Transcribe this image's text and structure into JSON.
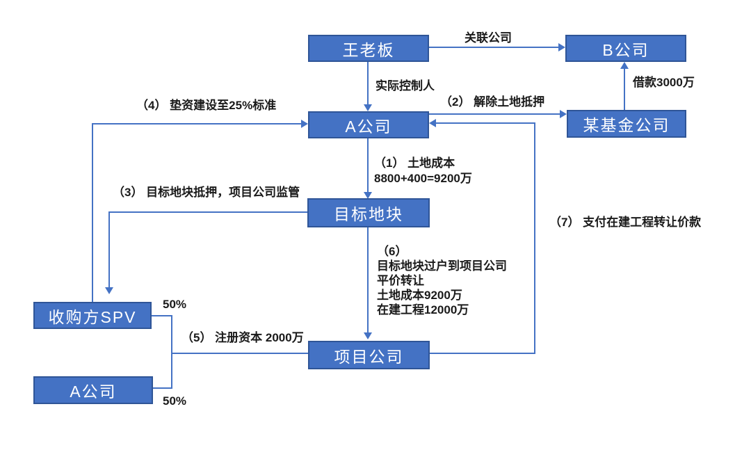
{
  "nodes": {
    "boss": {
      "label": "王老板"
    },
    "company_b": {
      "label": "B公司"
    },
    "company_a": {
      "label": "A公司"
    },
    "fund": {
      "label": "某基金公司"
    },
    "land": {
      "label": "目标地块"
    },
    "spv": {
      "label": "收购方SPV"
    },
    "company_a2": {
      "label": "A公司"
    },
    "project": {
      "label": "项目公司"
    }
  },
  "edge_labels": {
    "affiliate": "关联公司",
    "controller": "实际控制人",
    "loan": "借款3000万",
    "step1_l1": "（1） 土地成本",
    "step1_l2": "8800+400=9200万",
    "step2": "（2） 解除土地抵押",
    "step3": "（3） 目标地块抵押，项目公司监管",
    "step4": "（4） 垫资建设至25%标准",
    "step5": "（5） 注册资本 2000万",
    "step6_l1": "（6）",
    "step6_l2": "目标地块过户到项目公司",
    "step6_l3": "平价转让",
    "step6_l4": "土地成本9200万",
    "step6_l5": "在建工程12000万",
    "step7": "（7） 支付在建工程转让价款",
    "pct_top": "50%",
    "pct_bottom": "50%"
  },
  "colors": {
    "node_fill": "#4472C4",
    "node_border": "#2F5597",
    "connector": "#4472C4",
    "label_text": "#1A1A1A",
    "node_text": "#FFFFFF",
    "background": "#FFFFFF"
  }
}
